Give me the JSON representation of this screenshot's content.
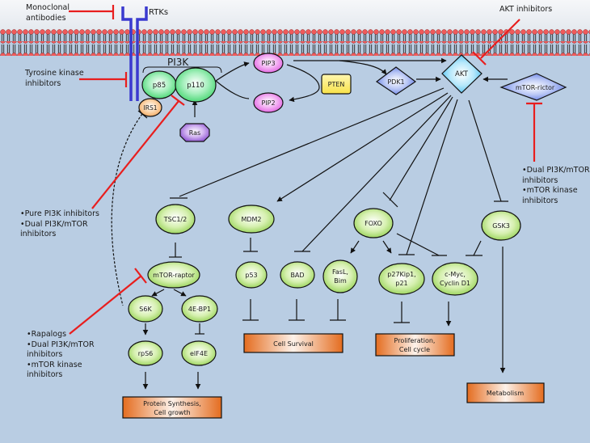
{
  "title": "PI3K/AKT/mTOR signaling pathway and inhibitors",
  "colors": {
    "background_top": "#f4f6f8",
    "cytoplasm": "#b9cde3",
    "membrane_head": "#f05a5a",
    "receptor": "#3a3acf",
    "inhibitor": "#e81e1e",
    "green_node": "#a6dc6a",
    "orange_box": "#e97a35",
    "pink_node": "#e873e8",
    "pten": "#fbe867",
    "diamond_blue": "#6f88e8",
    "akt": "#5cc7f3",
    "ras": "#9b62d4",
    "irs1": "#f5b26b",
    "pi3k_green": "#57d97d"
  },
  "membrane": {
    "receptor_label": "RTKs"
  },
  "complex": {
    "pi3k_label": "PI3K"
  },
  "nodes": {
    "p85": "p85",
    "p110": "p110",
    "irs1": "IRS1",
    "ras": "Ras",
    "pip3": "PIP3",
    "pip2": "PIP2",
    "pten": "PTEN",
    "pdk1": "PDK1",
    "akt": "AKT",
    "mtor_rictor": "mTOR-rictor",
    "tsc": "TSC1/2",
    "mdm2": "MDM2",
    "foxo": "FOXO",
    "gsk3": "GSK3",
    "mtor_raptor": "mTOR-raptor",
    "s6k": "S6K",
    "4ebp1": "4E-BP1",
    "rps6": "rpS6",
    "eif4e": "eIF4E",
    "p53": "p53",
    "bad": "BAD",
    "fasl_1": "FasL,",
    "fasl_2": "Bim",
    "p27_1": "p27Kip1,",
    "p27_2": "p21",
    "cmyc_1": "c-Myc,",
    "cmyc_2": "Cyclin D1"
  },
  "outcomes": {
    "protein_1": "Protein Synthesis,",
    "protein_2": "Cell growth",
    "survival": "Cell Survival",
    "prolif_1": "Proliferation,",
    "prolif_2": "Cell cycle",
    "metabolism": "Metabolism"
  },
  "inhibitors": {
    "monoclonal": "Monoclonal\nantibodies",
    "tki": "Tyrosine kinase\ninhibitors",
    "akt": "AKT inhibitors",
    "pi3k": "•Pure PI3K inhibitors\n•Dual PI3K/mTOR\ninhibitors",
    "mtorc2": "•Dual PI3K/mTOR\ninhibitors\n•mTOR kinase\ninhibitors",
    "mtorc1": "•Rapalogs\n•Dual PI3K/mTOR\ninhibitors\n•mTOR kinase\ninhibitors"
  }
}
